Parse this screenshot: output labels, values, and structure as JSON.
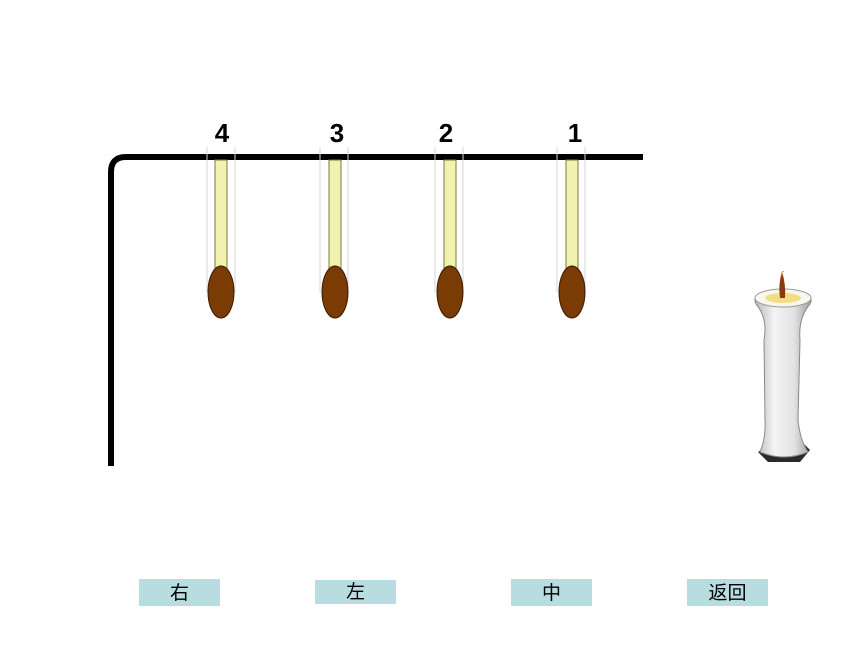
{
  "matches": [
    {
      "number": "4"
    },
    {
      "number": "3"
    },
    {
      "number": "2"
    },
    {
      "number": "1"
    }
  ],
  "buttons": {
    "right": "右",
    "left": "左",
    "middle": "中",
    "back": "返回"
  },
  "colors": {
    "rod": "#000000",
    "match_stick": "#f2f2b0",
    "match_head": "#7a3b05",
    "button_bg": "#b7dde0",
    "candle_wax": "#e8e8e8",
    "flame": "#8b3a0e"
  },
  "icons": {
    "candle": "candle-icon"
  }
}
